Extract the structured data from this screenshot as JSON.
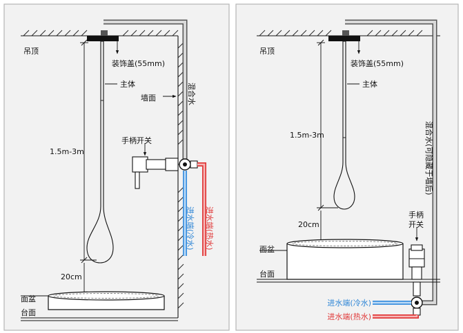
{
  "left_panel": {
    "ceiling_label": "吊顶",
    "cover_label": "装饰盖(55mm)",
    "body_label": "主体",
    "wall_label": "墙面",
    "mixed_water_label": "混合水",
    "height_label": "1.5m-3m",
    "handle_label": "手柄开关",
    "gap_label": "20cm",
    "basin_label": "面盆",
    "counter_label": "台面",
    "cold_label": "进水端(冷水)",
    "hot_label": "进水端(热水)"
  },
  "right_panel": {
    "ceiling_label": "吊顶",
    "cover_label": "装饰盖(55mm)",
    "body_label": "主体",
    "mixed_water_label": "混合水(可隐藏于墙后)",
    "height_label": "1.5m-3m",
    "handle_label_line1": "手柄",
    "handle_label_line2": "开关",
    "gap_label": "20cm",
    "basin_label": "面盆",
    "counter_label": "台面",
    "cold_label": "进水端(冷水)",
    "hot_label": "进水端(热水)"
  },
  "colors": {
    "hot": "#e03838",
    "cold": "#3b8fde",
    "mixed_pipe": "#555555",
    "panel_background": "#f2f2f2"
  }
}
